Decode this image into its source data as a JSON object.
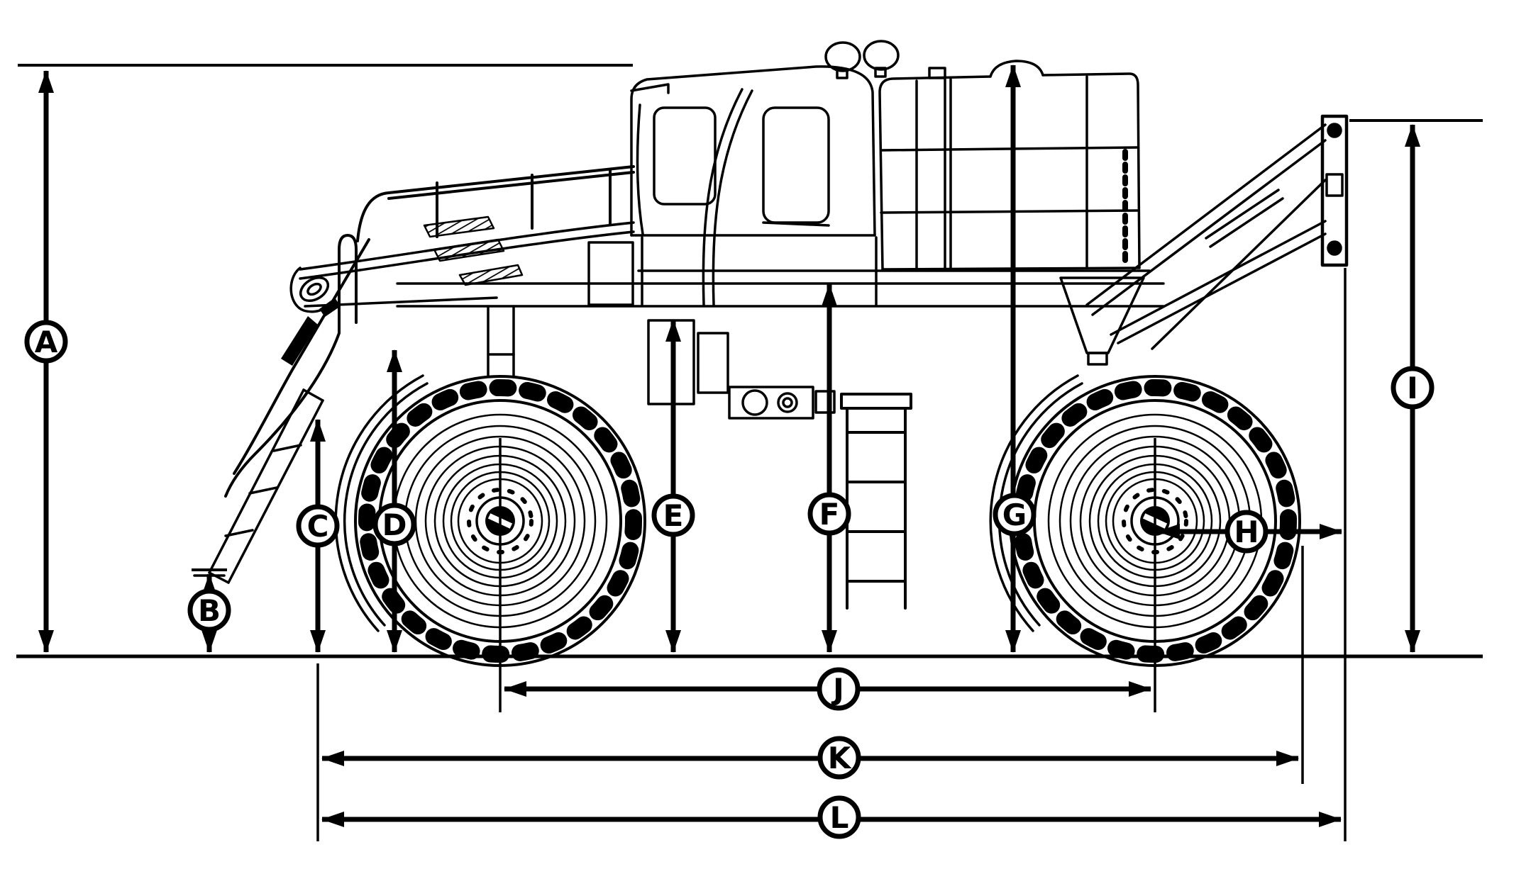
{
  "figure": {
    "kind": "dimension-diagram",
    "subject": "self-propelled-sprayer-side-view",
    "colors": {
      "background": "#ffffff",
      "line": "#000000"
    },
    "callouts": [
      {
        "letter": "A",
        "axis": "vertical"
      },
      {
        "letter": "B",
        "axis": "vertical"
      },
      {
        "letter": "C",
        "axis": "vertical"
      },
      {
        "letter": "D",
        "axis": "vertical"
      },
      {
        "letter": "E",
        "axis": "vertical"
      },
      {
        "letter": "F",
        "axis": "vertical"
      },
      {
        "letter": "G",
        "axis": "vertical"
      },
      {
        "letter": "H",
        "axis": "horizontal"
      },
      {
        "letter": "I",
        "axis": "vertical"
      },
      {
        "letter": "J",
        "axis": "horizontal"
      },
      {
        "letter": "K",
        "axis": "horizontal"
      },
      {
        "letter": "L",
        "axis": "horizontal"
      }
    ]
  }
}
